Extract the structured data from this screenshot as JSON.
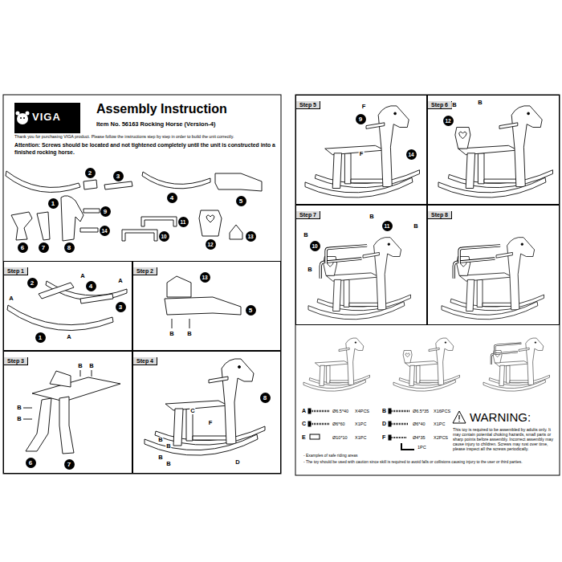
{
  "diagram": {
    "title": "Assembly Instruction",
    "nodes": [
      {
        "text": [
          "Step 1"
        ]
      },
      {
        "text": [
          "Step 2"
        ]
      },
      {
        "text": [
          "Step 3"
        ]
      },
      {
        "text": [
          "Step 4"
        ]
      },
      {
        "text": [
          "Step 5"
        ]
      },
      {
        "text": [
          "Step 6"
        ]
      },
      {
        "text": [
          "Step 7"
        ]
      },
      {
        "text": [
          "Step 8"
        ]
      }
    ],
    "labels": [
      "VIGA",
      "Item No. 56163 Rocking Horse (Version-4)",
      "Thank you for purchasing VIGA product. Please follow the instructions step by step in order to build the unit correctly.",
      "Attention: Screws should be located and not tightened completely until the unit is constructed into a finished rocking horse.",
      "1",
      "2",
      "3",
      "4",
      "5",
      "6",
      "7",
      "8",
      "9",
      "14",
      "10",
      "11",
      "12",
      "13",
      "2",
      "A",
      "4",
      "A",
      "A",
      "1",
      "3",
      "A",
      "13",
      "5",
      "B",
      "B",
      "B",
      "B",
      "B",
      "B",
      "6",
      "7",
      "8",
      "C",
      "F",
      "B",
      "B",
      "B",
      "B",
      "D",
      "F",
      "9",
      "F",
      "14",
      "B",
      "B",
      "12",
      "B",
      "11",
      "B",
      "B",
      "10",
      "B",
      "A",
      "Ø6.5*40",
      "X4PCS",
      "B",
      "Ø6.5*35",
      "X16PCS",
      "C",
      "Ø6*60",
      "X1PC",
      "D",
      "Ø6*40",
      "X1PC",
      "E",
      "Ø10*10",
      "X1PC",
      "F",
      "Ø4*35",
      "X2PCS",
      "1PC",
      "WARNING:",
      "This toy is required to be assembled by adults only. It may contain potential choking hazards, small parts or sharp points before assembly. Incorrect assembly may cause injury to children. Screws may rust over time, please inspect all the screws periodically.",
      "- Examples of safe riding areas",
      "- The toy should be used with caution since skill is required to avoid falls or collisions causing injury to the user or third parties."
    ]
  }
}
